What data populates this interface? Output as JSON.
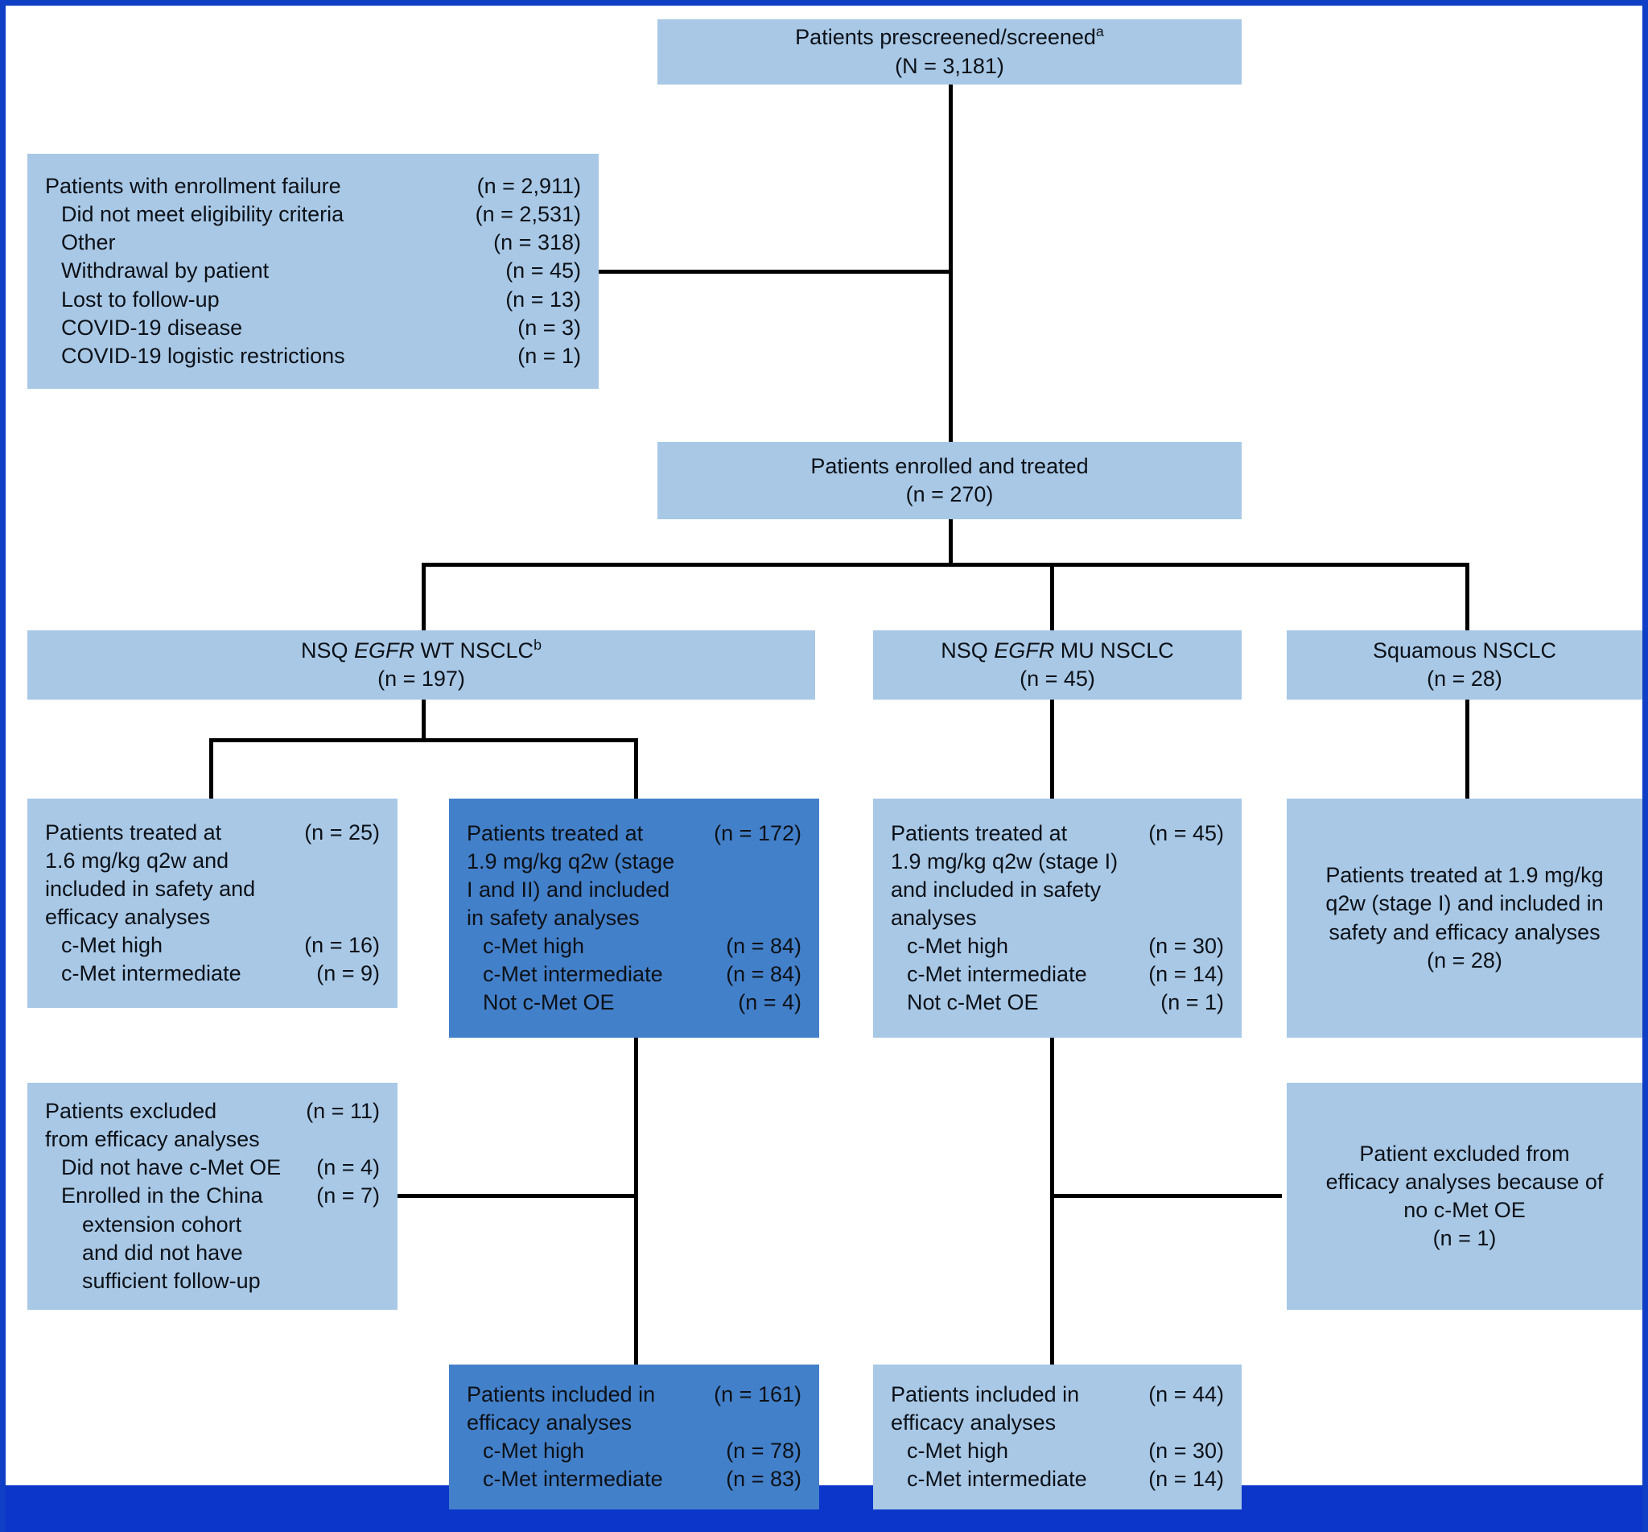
{
  "figure": {
    "type": "consort-flow-diagram",
    "accent_border_color": "#0f3fc4",
    "bottom_bar_color": "#0b36c9",
    "box_fill_light": "#a8c8e6",
    "box_fill_dark": "#4380ca"
  },
  "nodes": {
    "prescreened": {
      "title": "Patients prescreened/screened",
      "title_sup": "a",
      "count": "(N = 3,181)"
    },
    "enrollment_failure": {
      "rows": [
        {
          "label": "Patients with enrollment failure",
          "value": "(n = 2,911)",
          "indent": 0
        },
        {
          "label": "Did not meet eligibility criteria",
          "value": "(n = 2,531)",
          "indent": 1
        },
        {
          "label": "Other",
          "value": "(n = 318)",
          "indent": 1
        },
        {
          "label": "Withdrawal by patient",
          "value": "(n = 45)",
          "indent": 1
        },
        {
          "label": "Lost to follow-up",
          "value": "(n = 13)",
          "indent": 1
        },
        {
          "label": "COVID-19 disease",
          "value": "(n = 3)",
          "indent": 1
        },
        {
          "label": "COVID-19 logistic restrictions",
          "value": "(n = 1)",
          "indent": 1
        }
      ]
    },
    "enrolled": {
      "title": "Patients enrolled and treated",
      "count": "(n = 270)"
    },
    "arm_wt": {
      "title_pre": "NSQ ",
      "title_italic": "EGFR",
      "title_post": " WT NSCLC",
      "title_sup": "b",
      "count": "(n = 197)"
    },
    "arm_mu": {
      "title_pre": "NSQ ",
      "title_italic": "EGFR",
      "title_post": " MU NSCLC",
      "count": "(n = 45)"
    },
    "arm_sq": {
      "title": "Squamous NSCLC",
      "count": "(n = 28)"
    },
    "wt_16": {
      "head_label": "Patients treated at",
      "head_value": "(n = 25)",
      "body_lines": [
        "1.6 mg/kg q2w and",
        "included in safety and",
        "efficacy analyses"
      ],
      "sub_rows": [
        {
          "label": "c-Met high",
          "value": "(n = 16)"
        },
        {
          "label": "c-Met intermediate",
          "value": "(n = 9)"
        }
      ]
    },
    "wt_19": {
      "head_label": "Patients treated at",
      "head_value": "(n = 172)",
      "body_lines": [
        "1.9 mg/kg q2w (stage",
        "I and II) and included",
        "in safety analyses"
      ],
      "sub_rows": [
        {
          "label": "c-Met high",
          "value": "(n = 84)"
        },
        {
          "label": "c-Met intermediate",
          "value": "(n = 84)"
        },
        {
          "label": "Not c-Met OE",
          "value": "(n = 4)"
        }
      ]
    },
    "mu_19": {
      "head_label": "Patients treated at",
      "head_value": "(n = 45)",
      "body_lines": [
        "1.9 mg/kg q2w (stage I)",
        "and included in safety",
        "analyses"
      ],
      "sub_rows": [
        {
          "label": "c-Met high",
          "value": "(n = 30)"
        },
        {
          "label": "c-Met intermediate",
          "value": "(n = 14)"
        },
        {
          "label": "Not c-Met OE",
          "value": "(n = 1)"
        }
      ]
    },
    "sq_19": {
      "lines": [
        "Patients treated at 1.9 mg/kg",
        "q2w (stage I) and included in",
        "safety and efficacy analyses",
        "(n = 28)"
      ]
    },
    "wt_excluded": {
      "head_label": "Patients excluded",
      "head_value": "(n = 11)",
      "head_line2": "from efficacy analyses",
      "sub_rows": [
        {
          "label": "Did not have c-Met OE",
          "value": "(n = 4)"
        },
        {
          "label": "Enrolled in the China",
          "value": "(n = 7)"
        }
      ],
      "cont_lines": [
        "extension cohort",
        "and did not have",
        "sufficient follow-up"
      ]
    },
    "sq_excluded": {
      "lines": [
        "Patient excluded from",
        "efficacy analyses because of",
        "no c-Met OE",
        "(n = 1)"
      ]
    },
    "wt_efficacy": {
      "head_label": "Patients included in",
      "head_value": "(n = 161)",
      "head_line2": "efficacy analyses",
      "sub_rows": [
        {
          "label": "c-Met high",
          "value": "(n = 78)"
        },
        {
          "label": "c-Met intermediate",
          "value": "(n = 83)"
        }
      ]
    },
    "mu_efficacy": {
      "head_label": "Patients included in",
      "head_value": "(n = 44)",
      "head_line2": "efficacy analyses",
      "sub_rows": [
        {
          "label": "c-Met high",
          "value": "(n = 30)"
        },
        {
          "label": "c-Met intermediate",
          "value": "(n = 14)"
        }
      ]
    }
  }
}
